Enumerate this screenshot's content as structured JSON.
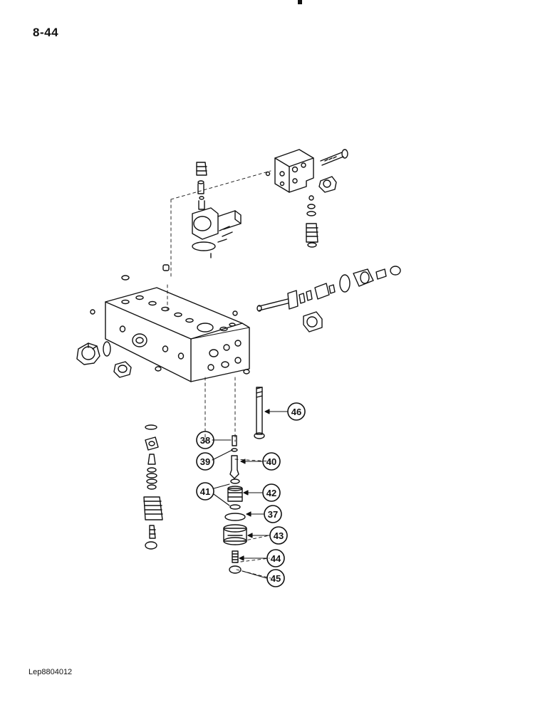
{
  "page": {
    "page_number": "8-44",
    "reference_code": "Lep8804012"
  },
  "callouts": [
    {
      "label": "46"
    },
    {
      "label": "38"
    },
    {
      "label": "39"
    },
    {
      "label": "40"
    },
    {
      "label": "41"
    },
    {
      "label": "42"
    },
    {
      "label": "37"
    },
    {
      "label": "43"
    },
    {
      "label": "44"
    },
    {
      "label": "45"
    }
  ]
}
